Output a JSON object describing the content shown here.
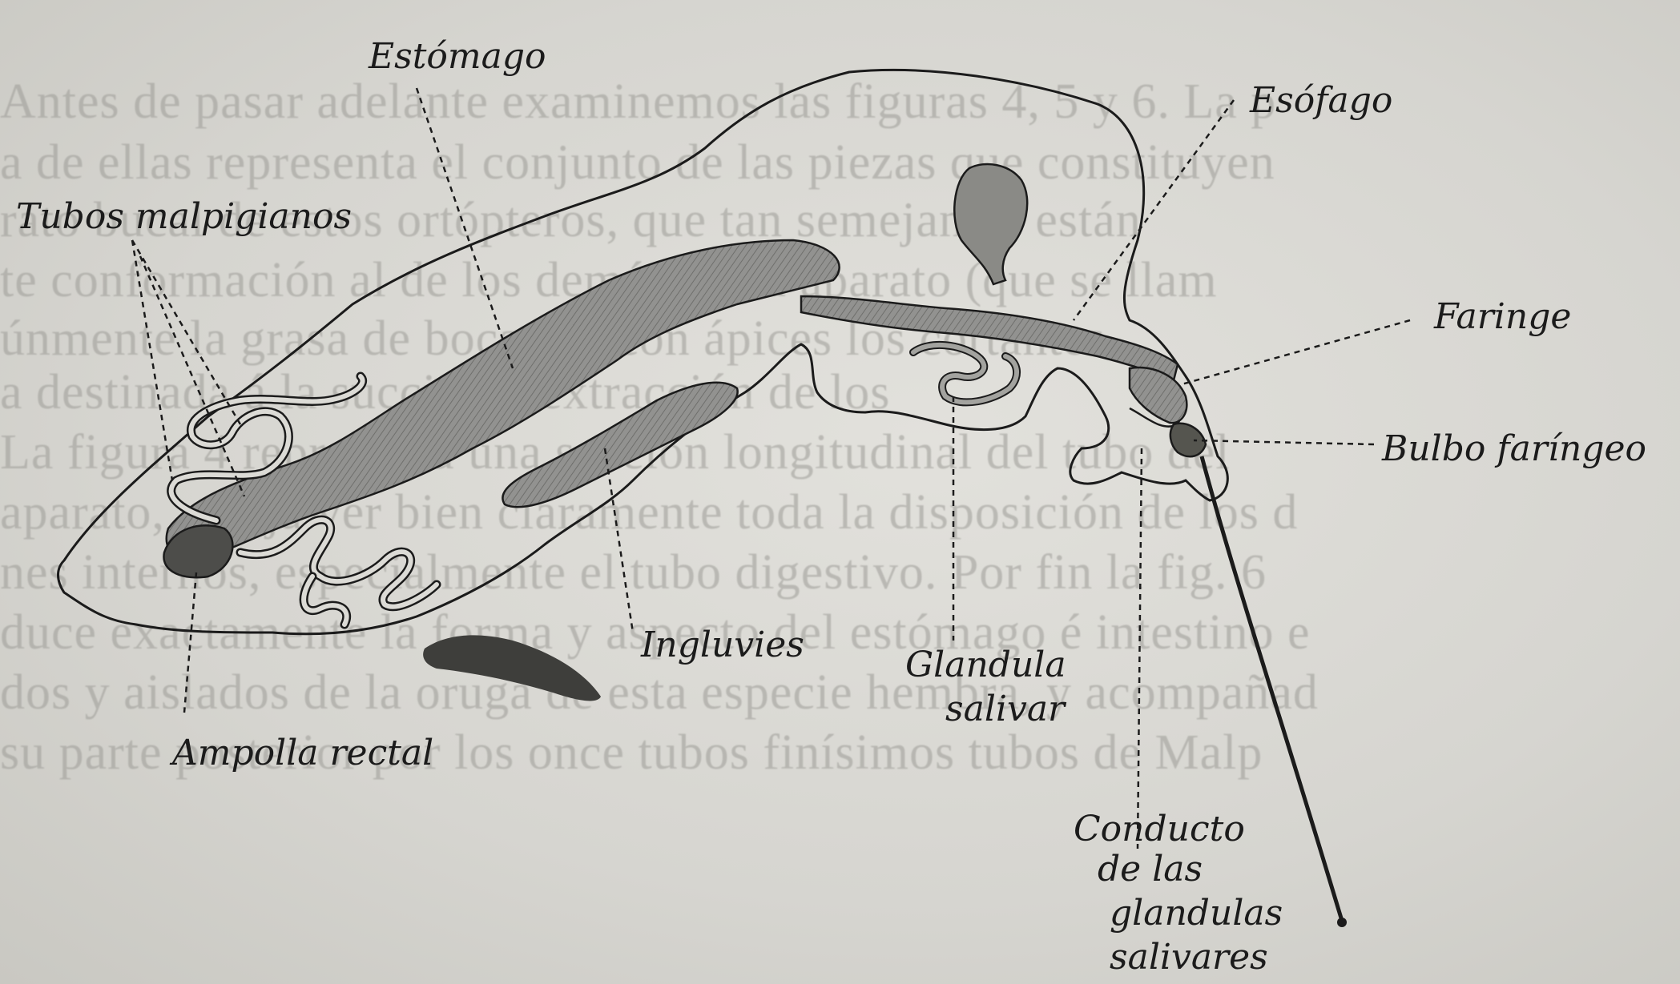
{
  "background_text": [
    "Antes de pasar adelante examinemos las figuras 4, 5 y 6. La p",
    "a de ellas representa el conjunto de las piezas que constituyen",
    "rato bucal de estos ortópteros, que tan semejantes están",
    "te conformación al de los demás de su aparato (que se llam",
    "únmente la grasa de bocado), con ápices los cortantes",
    "a destinada á la succión ó extracción de los",
    "La figura 4 representa una sección longitudinal del tubo del",
    "aparato, y deja ver bien claramente toda la disposición de los d",
    "nes internos, especialmente el tubo digestivo. Por fin la fig. 6",
    "duce exactamente la forma y aspecto del estómago é intestino e",
    "dos y aislados de la oruga de esta especie hembra, y acompañad",
    "su parte posterior por los once tubos finísimos tubos de Malp"
  ],
  "labels": {
    "estomago": "Estómago",
    "esofago": "Esófago",
    "tubos": "Tubos malpigianos",
    "faringe": "Faringe",
    "bulbo": "Bulbo faríngeo",
    "ingluvies": "Ingluvies",
    "glandula_1": "Glandula",
    "glandula_2": "salivar",
    "ampolla": "Ampolla rectal",
    "conducto_1": "Conducto",
    "conducto_2": "de las",
    "conducto_3": "glandulas",
    "conducto_4": "salivares"
  },
  "colors": {
    "ink": "#1b1b1b",
    "organ_fill": "#8e8e8a",
    "paper": "#d9d8d3"
  }
}
